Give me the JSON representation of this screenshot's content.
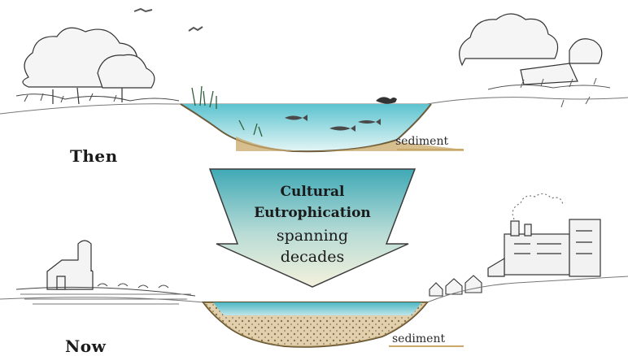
{
  "labels": {
    "then": "Then",
    "now": "Now",
    "sediment_then": "sediment",
    "sediment_now": "sediment"
  },
  "arrow": {
    "line1": "Cultural",
    "line2": "Eutrophication",
    "line3": "spanning",
    "line4": "decades"
  },
  "colors": {
    "water": "#5cc3cf",
    "water_light": "#d8f0f2",
    "arrow_top": "#4fb3bf",
    "arrow_bottom": "#eef0dc",
    "sediment": "#c9a86a"
  }
}
